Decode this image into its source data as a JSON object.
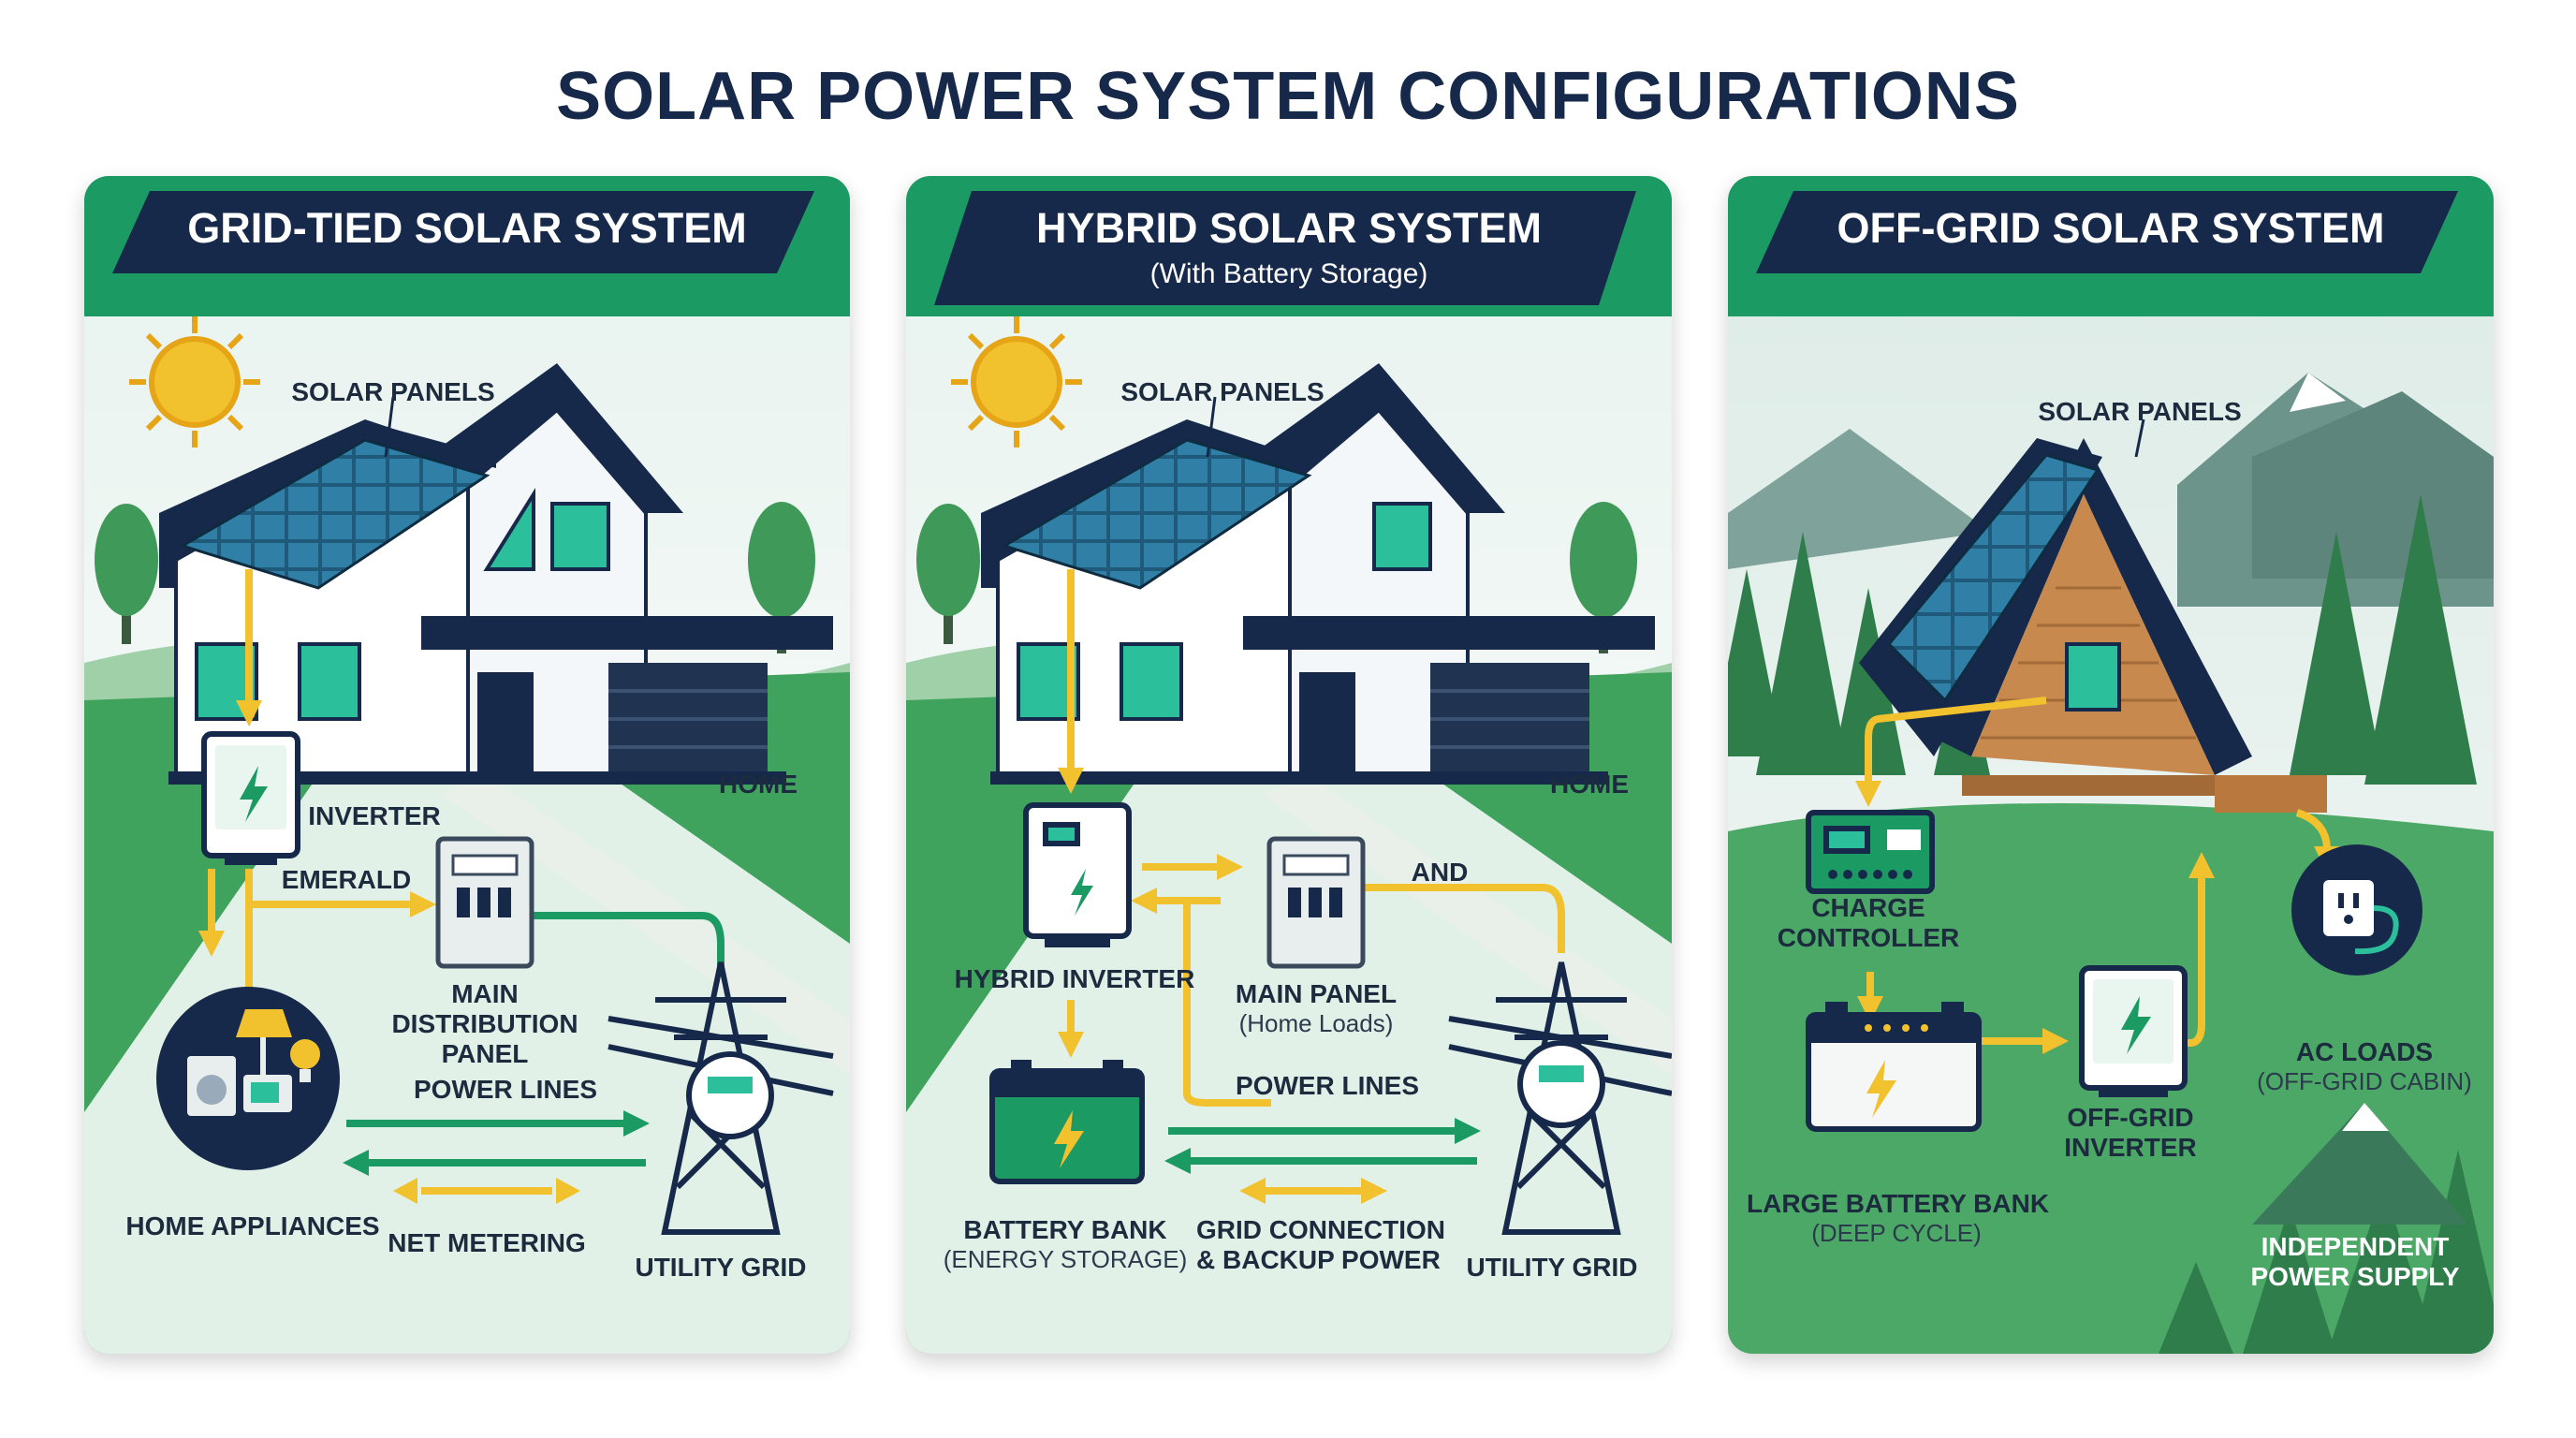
{
  "title": "SOLAR POWER SYSTEM CONFIGURATIONS",
  "colors": {
    "navy": "#17294a",
    "green": "#1c9a63",
    "accent_yellow": "#f2c12e",
    "grass": "#3fa35e"
  },
  "panels": [
    {
      "heading": "GRID-TIED SOLAR SYSTEM",
      "labels": {
        "solar_panels": "SOLAR PANELS",
        "home": "HOME",
        "inverter": "INVERTER",
        "emerald": "EMERALD",
        "main_panel_1": "MAIN",
        "main_panel_2": "DISTRIBUTION",
        "main_panel_3": "PANEL",
        "power_lines": "POWER LINES",
        "home_appliances": "HOME APPLIANCES",
        "net_metering": "NET METERING",
        "utility_grid": "UTILITY GRID"
      }
    },
    {
      "heading": "HYBRID SOLAR SYSTEM",
      "subheading": "(With Battery Storage)",
      "labels": {
        "solar_panels": "SOLAR PANELS",
        "home": "HOME",
        "and": "AND",
        "hybrid_inverter": "HYBRID INVERTER",
        "main_panel": "MAIN PANEL",
        "main_panel_sub": "(Home Loads)",
        "power_lines": "POWER LINES",
        "battery_bank": "BATTERY BANK",
        "battery_bank_sub": "(ENERGY STORAGE)",
        "grid_connection_1": "GRID CONNECTION",
        "grid_connection_2": "& BACKUP POWER",
        "utility_grid": "UTILITY GRID"
      }
    },
    {
      "heading": "OFF-GRID SOLAR SYSTEM",
      "labels": {
        "solar_panels": "SOLAR PANELS",
        "charge_controller_1": "CHARGE",
        "charge_controller_2": "CONTROLLER",
        "ac_loads": "AC LOADS",
        "ac_loads_sub": "(OFF-GRID CABIN)",
        "off_grid_inverter_1": "OFF-GRID",
        "off_grid_inverter_2": "INVERTER",
        "battery_bank": "LARGE BATTERY BANK",
        "battery_bank_sub": "(DEEP CYCLE)",
        "independent_1": "INDEPENDENT",
        "independent_2": "POWER SUPPLY"
      }
    }
  ]
}
